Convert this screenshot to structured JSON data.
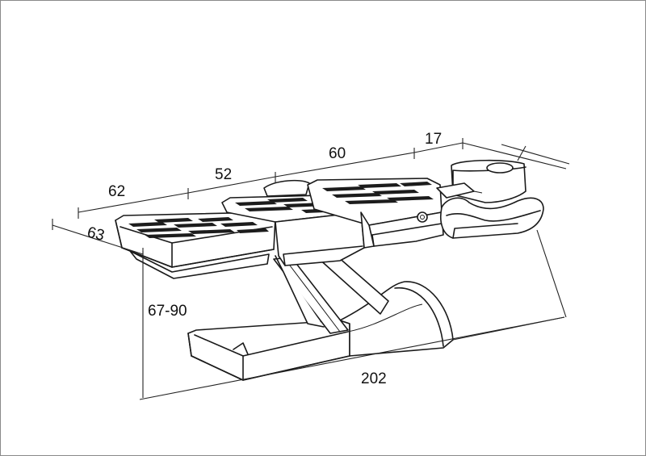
{
  "dimensions": {
    "width_head": "63",
    "length_leg": "62",
    "length_seat": "52",
    "length_back": "60",
    "length_headrest": "17",
    "height_range": "67-90",
    "total_length": "202"
  },
  "colors": {
    "line": "#1a1a1a",
    "slat": "#1c1c1c",
    "background": "#ffffff"
  }
}
